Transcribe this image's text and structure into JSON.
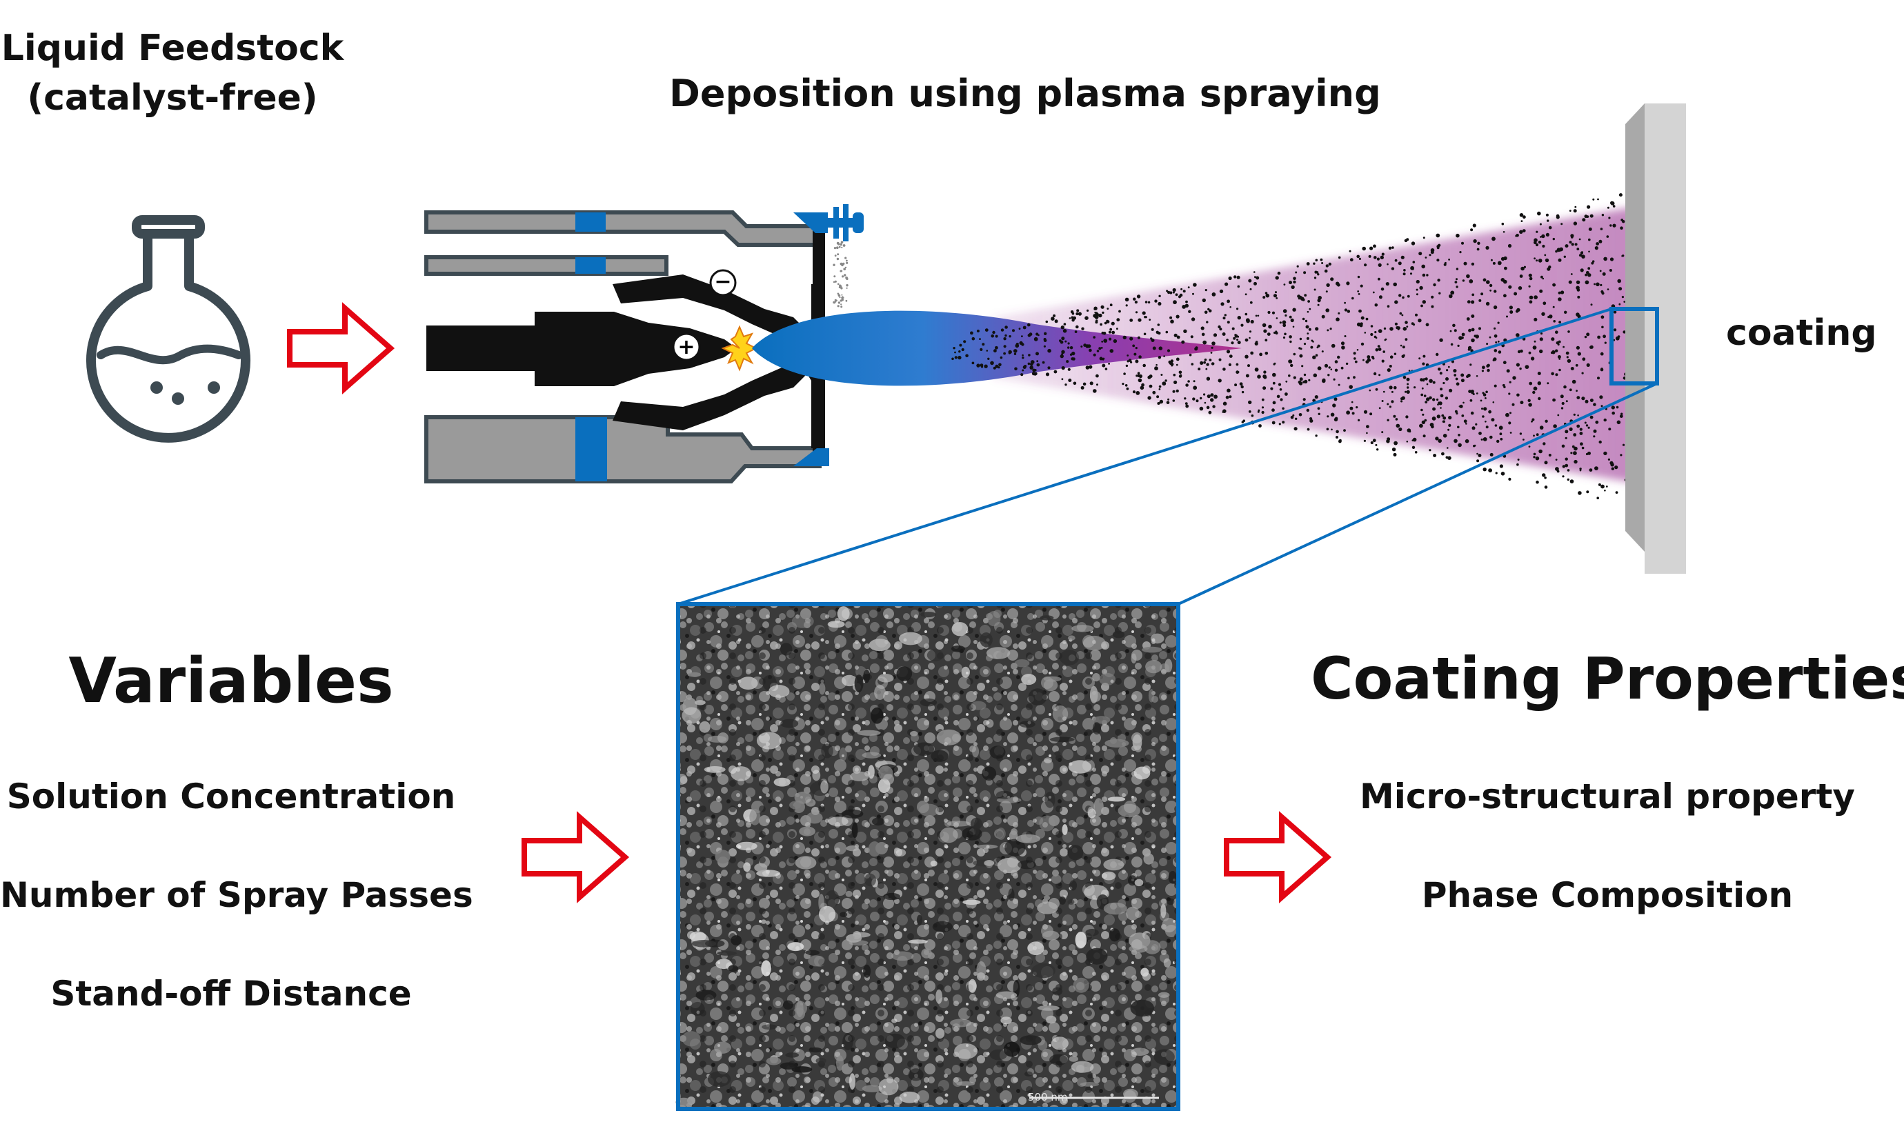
{
  "feedstock": {
    "line1": "Liquid Feedstock",
    "line2": "(catalyst-free)"
  },
  "deposition_title": "Deposition using plasma spraying",
  "coating_label": "coating",
  "variables": {
    "title": "Variables",
    "items": [
      "Solution Concentration",
      "Number of Spray Passes",
      "Stand-off Distance"
    ]
  },
  "properties": {
    "title": "Coating Properties",
    "items": [
      "Micro-structural property",
      "Phase Composition"
    ]
  },
  "torch": {
    "cathode_symbol": "+",
    "anode_symbol": "−"
  },
  "sem": {
    "scale_bar": "500 nm"
  },
  "colors": {
    "arrow": "#e30613",
    "blue": "#0a6fbe",
    "plume": "#a44a9e",
    "torch_black": "#111111",
    "torch_gray": "#9a9a9a"
  }
}
